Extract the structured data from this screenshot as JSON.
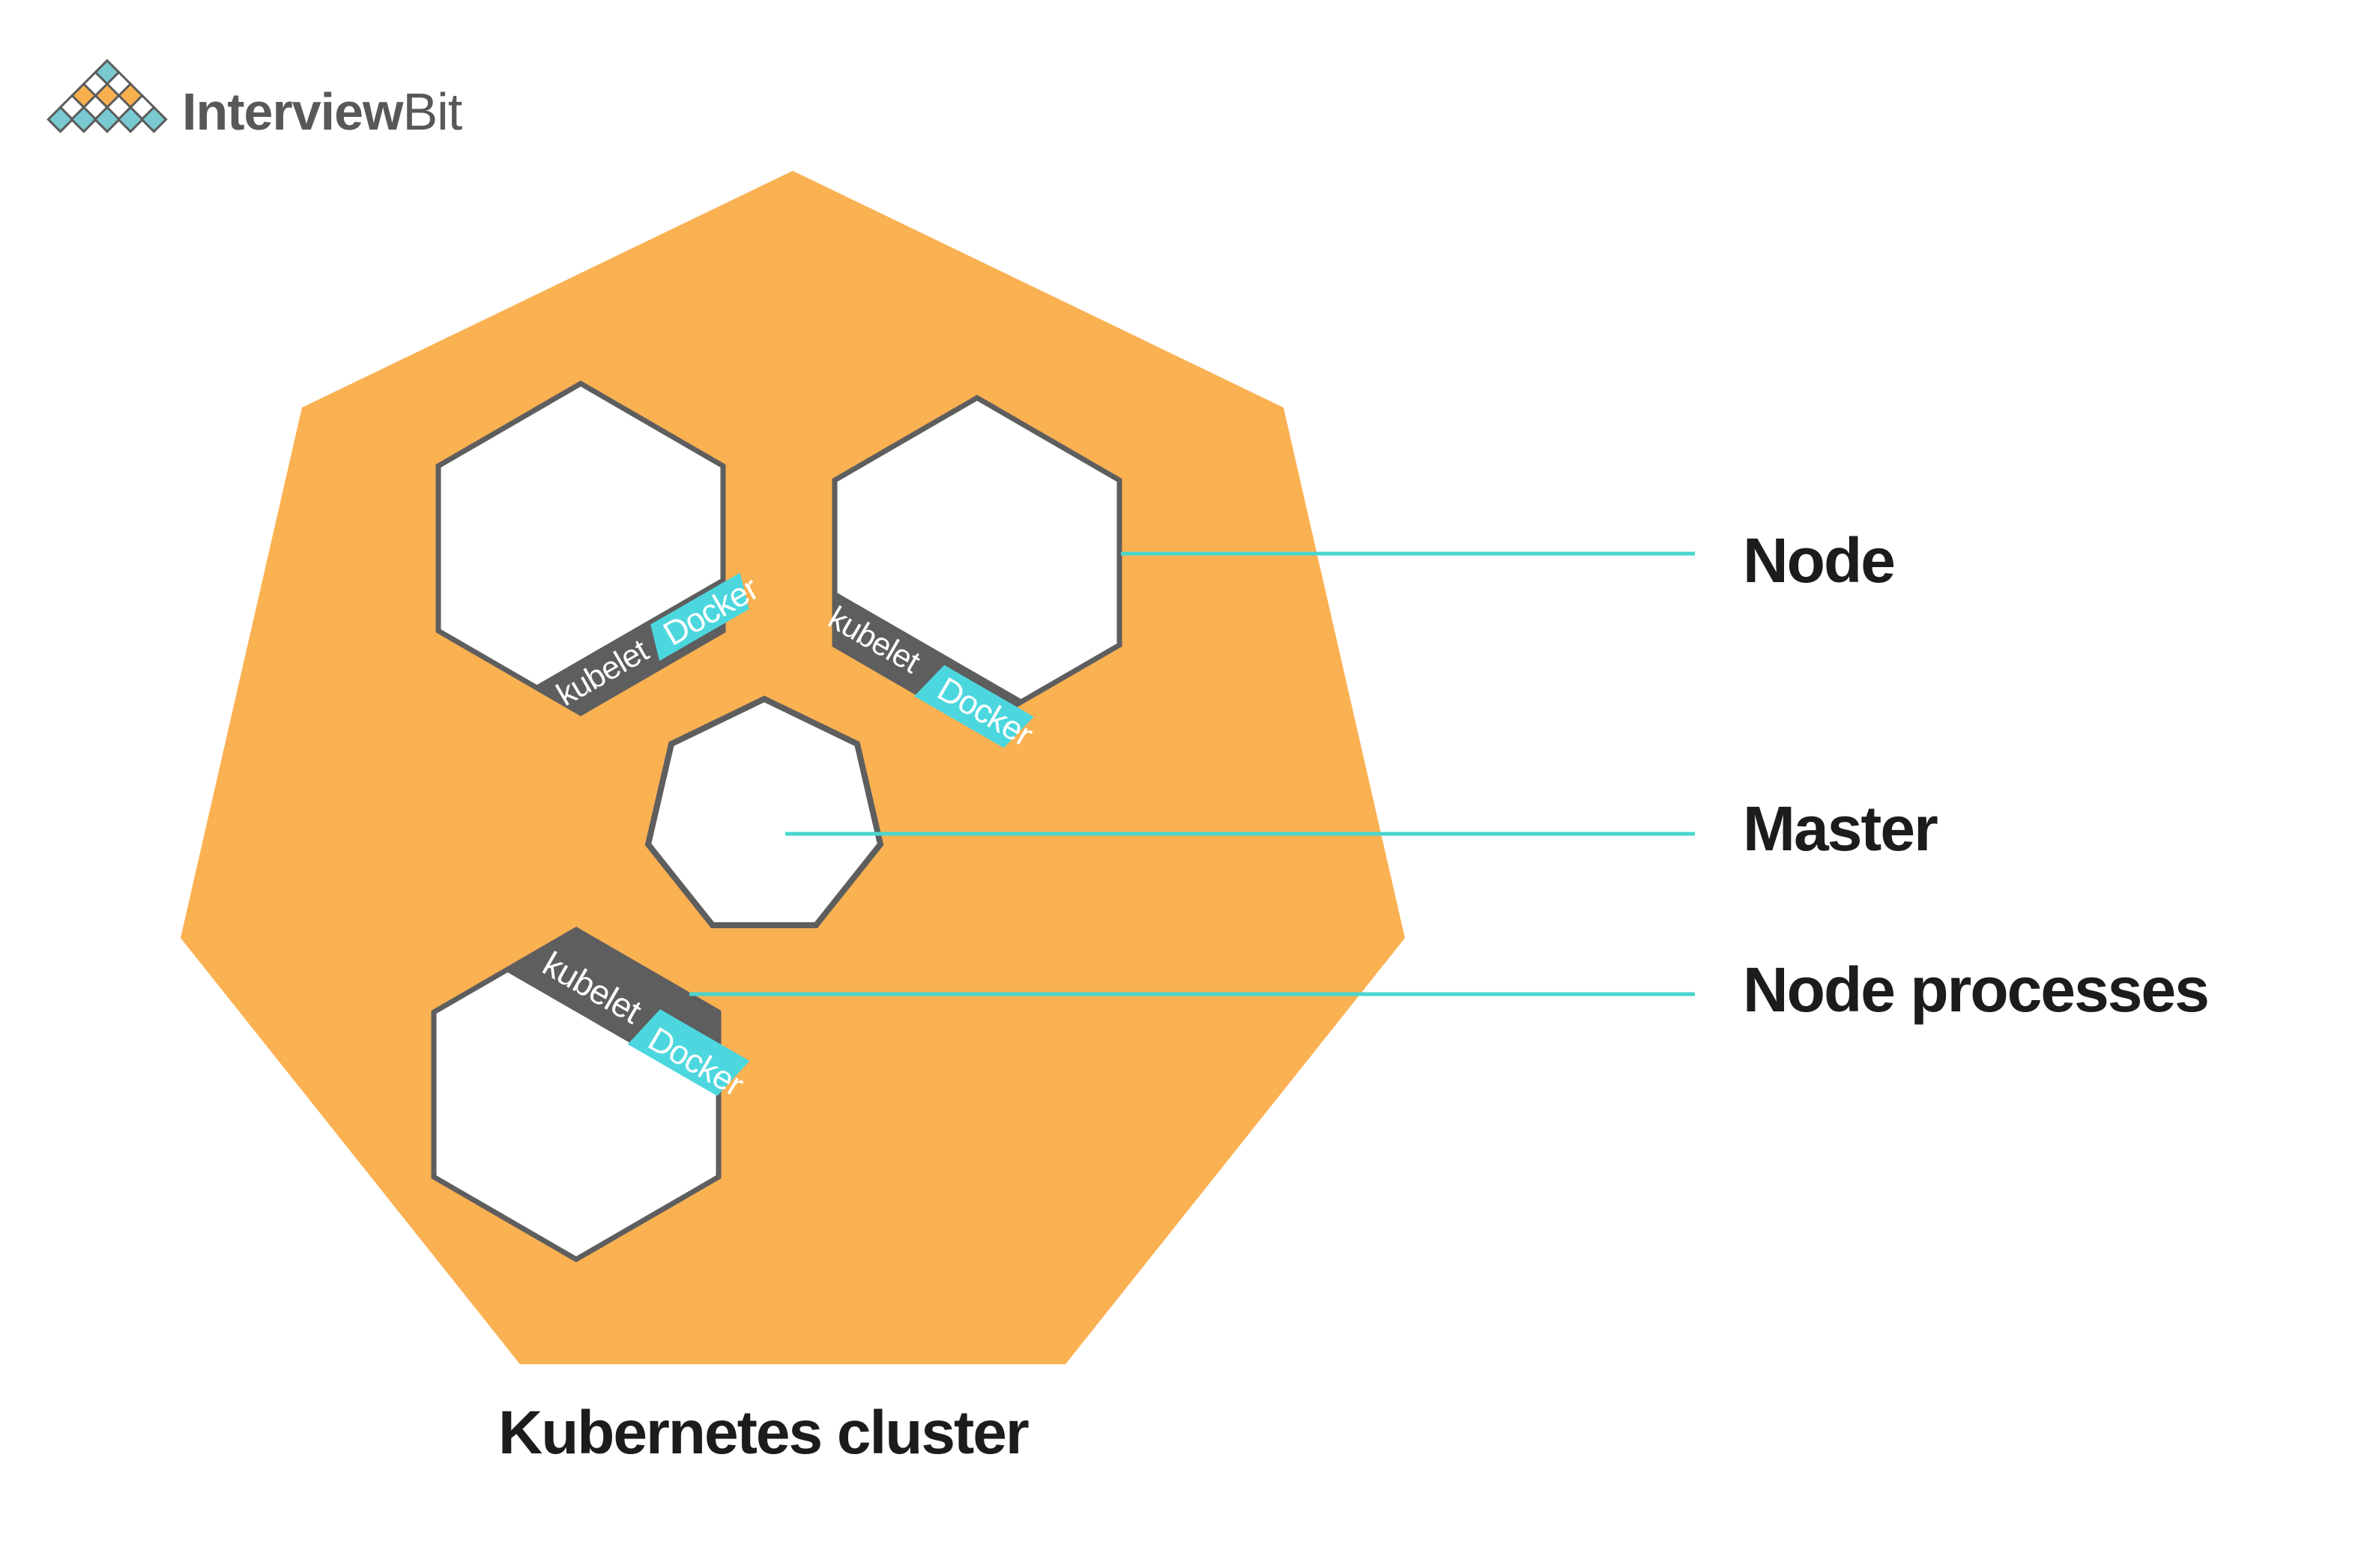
{
  "palette": {
    "cluster_orange": "#FAB152",
    "band_gray": "#5E5E5E",
    "docker_teal": "#4CD7DE",
    "connector_teal": "#47D5CF",
    "logo_teal": "#79C9D1",
    "logo_orange": "#F8B04E",
    "logo_outline_gray": "#5B5B5B",
    "brand_text_gray": "#58585B",
    "text_black": "#1C1C1C",
    "hex_fill": "#FFFFFF"
  },
  "logo": {
    "brand_bold": "Interview",
    "brand_light": "Bit",
    "pyramid_rows": [
      [
        "teal"
      ],
      [
        "white",
        "white"
      ],
      [
        "orange",
        "orange",
        "orange"
      ],
      [
        "white",
        "white",
        "white",
        "white"
      ],
      [
        "teal",
        "teal",
        "teal",
        "teal",
        "teal"
      ]
    ]
  },
  "cluster": {
    "title": "Kubernetes cluster",
    "band": {
      "kubelet": "kubelet",
      "docker": "Docker"
    },
    "callouts": [
      {
        "label": "Node"
      },
      {
        "label": "Master"
      },
      {
        "label": "Node processes"
      }
    ]
  }
}
